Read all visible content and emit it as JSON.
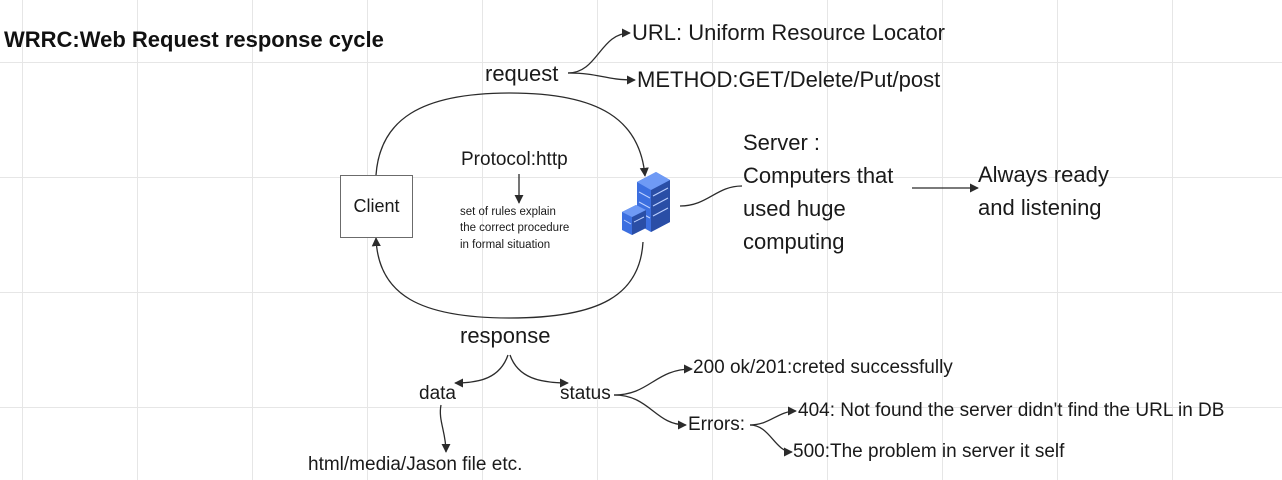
{
  "title": "WRRC:Web Request response cycle",
  "nodes": {
    "request": "request",
    "url": "URL: Uniform Resource Locator",
    "method": "METHOD:GET/Delete/Put/post",
    "client": "Client",
    "protocol": "Protocol:http",
    "protocol_desc": "set of rules explain\nthe correct procedure\nin formal situation",
    "server_desc": "Server :\nComputers that\nused huge\ncomputing",
    "always_ready": "Always ready\nand listening",
    "response": "response",
    "data": "data",
    "data_types": "html/media/Jason file etc.",
    "status": "status",
    "status_ok": "200 ok/201:creted successfully",
    "errors": "Errors:",
    "error_404": "404: Not found the server didn't find the URL in DB",
    "error_500": "500:The problem in server it self"
  },
  "icons": {
    "server": "server-rack-icon"
  },
  "colors": {
    "line": "#2b2b2b",
    "grid": "#e6e6e6",
    "server_blue": "#3c6fe0",
    "server_light": "#6f9af5",
    "server_dark": "#2a4ea6"
  }
}
